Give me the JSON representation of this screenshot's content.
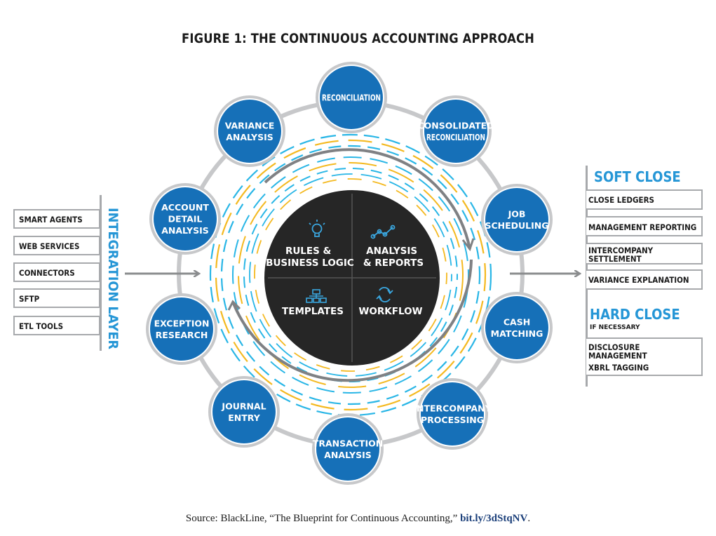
{
  "title": "FIGURE 1: THE CONTINUOUS ACCOUNTING APPROACH",
  "colors": {
    "accent_blue": "#1670b8",
    "light_blue": "#2596d6",
    "cyan_arc": "#29b6e6",
    "yellow_arc": "#f4b920",
    "ring_gray": "#c7c8ca",
    "center_dark": "#262626"
  },
  "left_panel": {
    "title": "INTEGRATION LAYER",
    "items": [
      "SMART AGENTS",
      "WEB SERVICES",
      "CONNECTORS",
      "SFTP",
      "ETL TOOLS"
    ]
  },
  "ring_nodes": [
    {
      "lines": [
        "RECONCILIATION"
      ]
    },
    {
      "lines": [
        "CONSOLIDATED",
        "RECONCILIATION"
      ]
    },
    {
      "lines": [
        "JOB",
        "SCHEDULING"
      ]
    },
    {
      "lines": [
        "CASH",
        "MATCHING"
      ]
    },
    {
      "lines": [
        "INTERCOMPANY",
        "PROCESSING"
      ]
    },
    {
      "lines": [
        "TRANSACTION",
        "ANALYSIS"
      ]
    },
    {
      "lines": [
        "JOURNAL",
        "ENTRY"
      ]
    },
    {
      "lines": [
        "EXCEPTION",
        "RESEARCH"
      ]
    },
    {
      "lines": [
        "ACCOUNT",
        "DETAIL",
        "ANALYSIS"
      ]
    },
    {
      "lines": [
        "VARIANCE",
        "ANALYSIS"
      ]
    }
  ],
  "center": {
    "quadrants": [
      {
        "lines": [
          "RULES &",
          "BUSINESS LOGIC"
        ],
        "icon": "lightbulb-icon"
      },
      {
        "lines": [
          "ANALYSIS",
          "& REPORTS"
        ],
        "icon": "line-chart-icon"
      },
      {
        "lines": [
          "TEMPLATES"
        ],
        "icon": "org-chart-icon"
      },
      {
        "lines": [
          "WORKFLOW"
        ],
        "icon": "refresh-cycle-icon"
      }
    ]
  },
  "right_panel": {
    "soft_close": {
      "title": "SOFT CLOSE",
      "items": [
        {
          "lines": [
            "CLOSE LEDGERS"
          ]
        },
        {
          "lines": [
            "MANAGEMENT REPORTING"
          ]
        },
        {
          "lines": [
            "INTERCOMPANY",
            "SETTLEMENT"
          ]
        },
        {
          "lines": [
            "VARIANCE EXPLANATION"
          ]
        }
      ]
    },
    "hard_close": {
      "title": "HARD CLOSE",
      "subtitle": "IF NECESSARY",
      "items": [
        {
          "lines": [
            "DISCLOSURE",
            "MANAGEMENT",
            "XBRL TAGGING"
          ]
        }
      ]
    }
  },
  "source": {
    "text": "Source: BlackLine, “The Blueprint for Continuous Accounting,” ",
    "link": "bit.ly/3dStqNV",
    "end": "."
  }
}
